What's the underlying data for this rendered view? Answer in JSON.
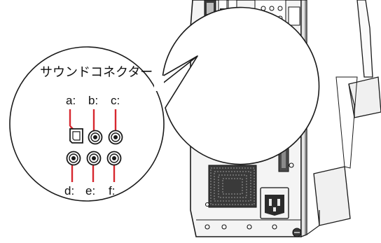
{
  "callout": {
    "title": "サウンドコネクター",
    "connectors_top": [
      {
        "label": "a:",
        "type": "optical"
      },
      {
        "label": "b:",
        "type": "audio-jack"
      },
      {
        "label": "c:",
        "type": "audio-jack"
      }
    ],
    "connectors_bottom": [
      {
        "label": "d:",
        "type": "audio-jack"
      },
      {
        "label": "e:",
        "type": "audio-jack"
      },
      {
        "label": "f:",
        "type": "audio-jack"
      }
    ]
  },
  "colors": {
    "accent": "#d7282f",
    "line": "#1a1a1a",
    "tower_fill": "#f4f4f4",
    "dark": "#2b2b2b"
  },
  "icons": [
    "optical-port-icon",
    "audio-jack-icon",
    "power-inlet-icon",
    "screw-icon"
  ]
}
